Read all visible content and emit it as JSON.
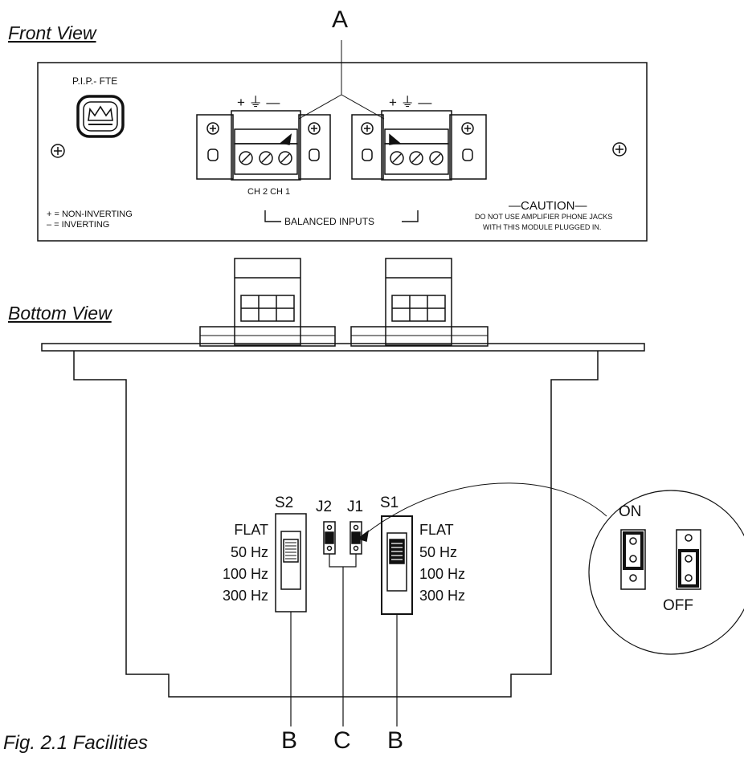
{
  "front_view": {
    "title": "Front View",
    "product_label": "P.I.P.- FTE",
    "polarity_top": "+ ⏚ —",
    "channel_labels": "CH 2 CH 1",
    "inputs_label": "BALANCED INPUTS",
    "legend_non_inverting": "+ = NON-INVERTING",
    "legend_inverting": "– = INVERTING",
    "caution_title": "—CAUTION—",
    "caution_line1": "DO NOT USE AMPLIFIER PHONE JACKS",
    "caution_line2": "WITH THIS MODULE PLUGGED IN."
  },
  "bottom_view": {
    "title": "Bottom View",
    "switch_s2_label": "S2",
    "switch_s1_label": "S1",
    "jumper_j2_label": "J2",
    "jumper_j1_label": "J1",
    "s2_options": [
      "FLAT",
      "50 Hz",
      "100 Hz",
      "300 Hz"
    ],
    "s1_options": [
      "FLAT",
      "50 Hz",
      "100 Hz",
      "300 Hz"
    ],
    "jumper_on_label": "ON",
    "jumper_off_label": "OFF"
  },
  "callouts": {
    "a": "A",
    "b_left": "B",
    "c": "C",
    "b_right": "B"
  },
  "caption": "Fig. 2.1 Facilities",
  "icons": [
    "crown-logo-icon",
    "screw-icon",
    "terminal-screw-icon",
    "jumper-icon"
  ]
}
